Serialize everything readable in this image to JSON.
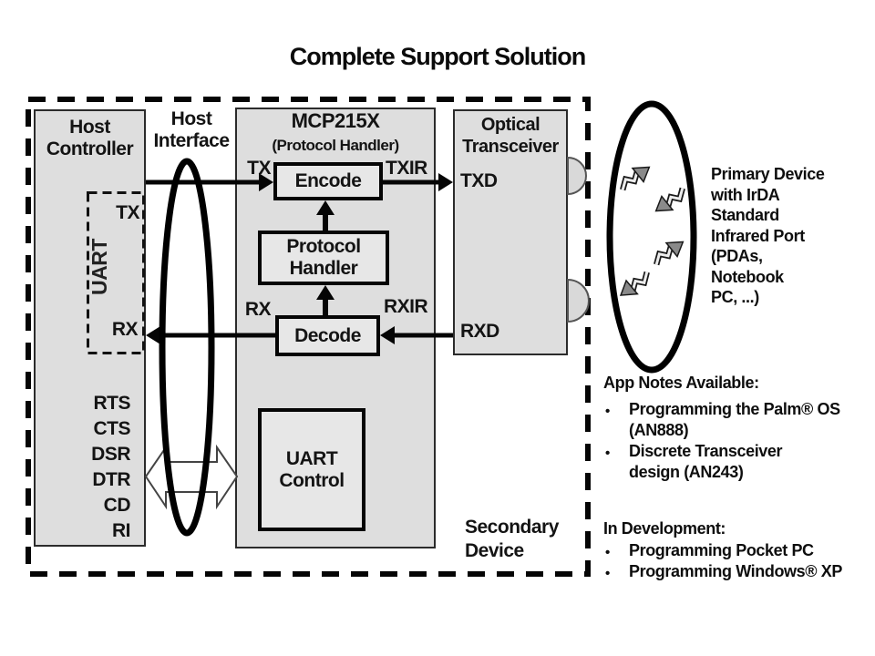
{
  "title": "Complete Support Solution",
  "diagram": {
    "secondary_device_label": "Secondary\nDevice",
    "host_interface_label": "Host\nInterface",
    "host_controller": {
      "title": "Host\nController",
      "uart_label": "UART",
      "tx_label": "TX",
      "rx_label": "RX",
      "signals": [
        "RTS",
        "CTS",
        "DSR",
        "DTR",
        "CD",
        "RI"
      ]
    },
    "mcp": {
      "title": "MCP215X",
      "subtitle": "(Protocol Handler)",
      "tx_label": "TX",
      "txir_label": "TXIR",
      "rx_label": "RX",
      "rxir_label": "RXIR",
      "encode_label": "Encode",
      "protocol_handler_label": "Protocol\nHandler",
      "decode_label": "Decode",
      "uart_control_label": "UART\nControl"
    },
    "optical_transceiver": {
      "title": "Optical\nTransceiver",
      "txd_label": "TXD",
      "rxd_label": "RXD"
    }
  },
  "annotations": {
    "bullet": "•",
    "primary_device": "Primary Device\nwith IrDA\nStandard\nInfrared Port\n(PDAs,\nNotebook\nPC, ...)",
    "app_notes": {
      "heading": "App Notes Available:",
      "items": [
        "Programming the Palm® OS\n(AN888)",
        "Discrete Transceiver\ndesign (AN243)"
      ]
    },
    "in_development": {
      "heading": "In Development:",
      "items": [
        "Programming Pocket PC",
        "Programming Windows® XP"
      ]
    }
  },
  "colors": {
    "box_fill": "#dedede",
    "inner_box_fill": "#e7e7e7",
    "line": "#050505",
    "text": "#141414",
    "background": "#ffffff"
  }
}
